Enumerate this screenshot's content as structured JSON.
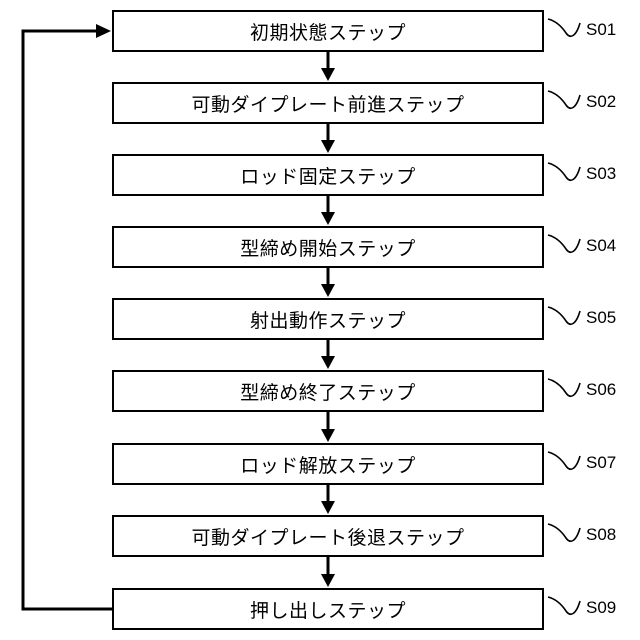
{
  "flowchart": {
    "steps": [
      {
        "label": "初期状態ステップ",
        "id": "S01"
      },
      {
        "label": "可動ダイプレート前進ステップ",
        "id": "S02"
      },
      {
        "label": "ロッド固定ステップ",
        "id": "S03"
      },
      {
        "label": "型締め開始ステップ",
        "id": "S04"
      },
      {
        "label": "射出動作ステップ",
        "id": "S05"
      },
      {
        "label": "型締め終了ステップ",
        "id": "S06"
      },
      {
        "label": "ロッド解放ステップ",
        "id": "S07"
      },
      {
        "label": "可動ダイプレート後退ステップ",
        "id": "S08"
      },
      {
        "label": "押し出しステップ",
        "id": "S09"
      }
    ]
  }
}
